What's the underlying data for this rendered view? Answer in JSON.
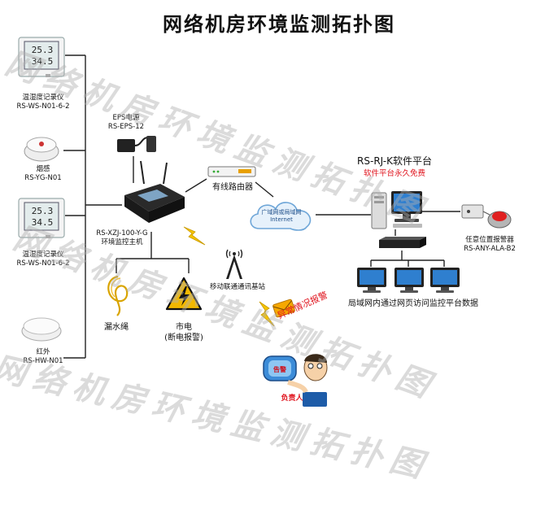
{
  "title": "网络机房环境监测拓扑图",
  "watermark": "网络机房环境监测拓扑图",
  "sensors": [
    {
      "name": "温湿度记录仪",
      "model": "RS-WS-N01-6-2",
      "reading_top": "25.3",
      "reading_bottom": "34.5"
    },
    {
      "name": "烟感",
      "model": "RS-YG-N01"
    },
    {
      "name": "温湿度记录仪",
      "model": "RS-WS-N01-6-2",
      "reading_top": "25.3",
      "reading_bottom": "34.5"
    },
    {
      "name": "红外",
      "model": "RS-HW-N01"
    }
  ],
  "eps": {
    "name": "EPS电源",
    "model": "RS-EPS-12"
  },
  "host": {
    "model": "RS-XZJ-100-Y-G",
    "name": "环境监控主机"
  },
  "water_rope": {
    "name": "漏水绳"
  },
  "mains": {
    "name": "市电",
    "sub": "(断电报警)"
  },
  "router": {
    "name": "有线路由器"
  },
  "cloud": {
    "line1": "广域网或局域网",
    "line2": "Internet"
  },
  "base_station": {
    "name": "移动联通通讯基站"
  },
  "sms_alert": {
    "name": "异常情况报警"
  },
  "person": {
    "screen_text": "告警",
    "tag": "负责人"
  },
  "platform": {
    "title": "RS-RJ-K软件平台",
    "subtitle": "软件平台永久免费"
  },
  "alarm": {
    "name": "任意位置报警器",
    "model": "RS-ANY-ALA-B2"
  },
  "lan": {
    "caption": "局域网内通过网页访问监控平台数据"
  },
  "colors": {
    "line": "#222222",
    "alert": "#e0141e",
    "accent": "#1e78c8",
    "lightning": "#f5c400",
    "warning": "#f2b800"
  }
}
